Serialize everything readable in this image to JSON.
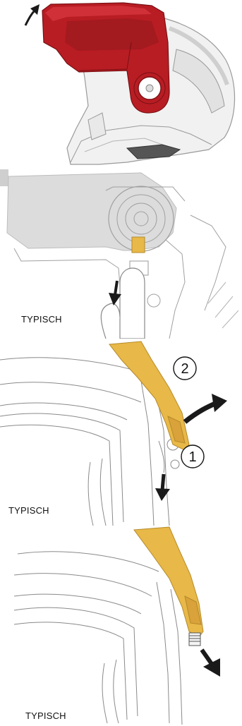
{
  "panels": [
    {
      "id": "step-1-raise-chin-bar",
      "caption": ""
    },
    {
      "id": "step-2-press-release",
      "caption": "TYPISCH"
    },
    {
      "id": "step-3-unclip-pivot",
      "caption": "TYPISCH",
      "labels": [
        "2",
        "1"
      ]
    },
    {
      "id": "step-4-remove-pivot",
      "caption": "TYPISCH"
    }
  ],
  "colors": {
    "chin_bar": "#b81d23",
    "pivot_part": "#e8b848",
    "arrow": "#1a1a1a",
    "line_art": "#8a8a8a"
  },
  "icons": [
    "up-arrow-icon",
    "down-arrow-icon",
    "curved-arrow-icon"
  ]
}
